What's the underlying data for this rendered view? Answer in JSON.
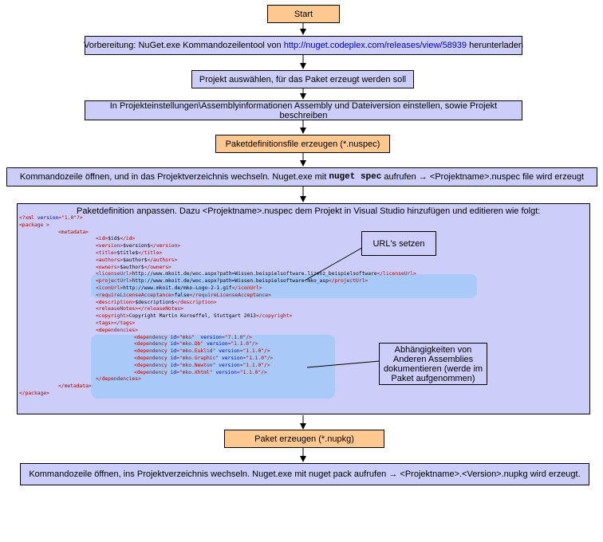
{
  "flow": {
    "start": "Start",
    "prep": {
      "before": "Vorbereitung: NuGet.exe Kommandozeilentool von ",
      "link": "http://nuget.codeplex.com/releases/view/58939",
      "after": " herunterladen"
    },
    "select_project": "Projekt auswählen, für das Paket erzeugt werden soll",
    "assembly_info": "In Projekteinstellungen\\Assemblyinformationen Assembly und Dateiversion einstellen, sowie Projekt beschreiben",
    "create_nuspec": "Paketdefinitionsfile erzeugen (*.nuspec)",
    "spec_cmd": {
      "before": "Kommandozeile öffnen, und in das Projektverzeichnis wechseln. Nuget.exe mit ",
      "code": "nuget spec",
      "after": " aufrufen → <Projektname>.nuspec file wird erzeugt"
    },
    "adapt_heading": "Paketdefinition anpassen. Dazu <Projektname>.nuspec dem Projekt in Visual Studio hinzufügen und editieren wie folgt:",
    "create_package": "Paket erzeugen (*.nupkg)",
    "pack_cmd": "Kommandozeile öffnen, ins Projektverzeichnis wechseln. Nuget.exe mit nuget pack aufrufen → <Projektname>.<Version>.nupkg wird erzeugt."
  },
  "callouts": {
    "urls": "URL's setzen",
    "dependencies": "Abhängigkeiten von Anderen Assemblies dokumentieren (werde im Paket aufgenommen)"
  },
  "xml_lines": [
    {
      "indent": 0,
      "parts": [
        [
          "t",
          "<?xml "
        ],
        [
          "a",
          "version"
        ],
        [
          "t",
          "=\"1.0\"?>"
        ]
      ]
    },
    {
      "indent": 0,
      "parts": [
        [
          "t",
          "<package >"
        ]
      ]
    },
    {
      "indent": 49,
      "parts": [
        [
          "t",
          "<metadata>"
        ]
      ]
    },
    {
      "indent": 96,
      "parts": [
        [
          "t",
          "<id>"
        ],
        [
          "x",
          "$id$"
        ],
        [
          "t",
          "</id>"
        ]
      ]
    },
    {
      "indent": 96,
      "parts": [
        [
          "t",
          "<version>"
        ],
        [
          "x",
          "$version$"
        ],
        [
          "t",
          "</version>"
        ]
      ]
    },
    {
      "indent": 96,
      "parts": [
        [
          "t",
          "<title>"
        ],
        [
          "x",
          "$title$"
        ],
        [
          "t",
          "</title>"
        ]
      ]
    },
    {
      "indent": 96,
      "parts": [
        [
          "t",
          "<authors>"
        ],
        [
          "x",
          "$author$"
        ],
        [
          "t",
          "</authors>"
        ]
      ]
    },
    {
      "indent": 96,
      "parts": [
        [
          "t",
          "<owners>"
        ],
        [
          "x",
          "$author$"
        ],
        [
          "t",
          "</owners>"
        ]
      ]
    },
    {
      "indent": 96,
      "parts": [
        [
          "t",
          "<licenseUrl>"
        ],
        [
          "x",
          "http://www.mkoit.de/woc.aspx?path=Wissen.beispielsoftware.lizenz_beispielsoftware"
        ],
        [
          "t",
          "</licenseUrl>"
        ]
      ]
    },
    {
      "indent": 96,
      "parts": [
        [
          "t",
          "<projectUrl>"
        ],
        [
          "x",
          "http://www.mkoit.de/woc.aspx?path=Wissen.beispielsoftware.mko_asp"
        ],
        [
          "t",
          "</projectUrl>"
        ]
      ]
    },
    {
      "indent": 96,
      "parts": [
        [
          "t",
          "<iconUrl>"
        ],
        [
          "x",
          "http://www.mkoit.de/mko-Logo-2-1.gif"
        ],
        [
          "t",
          "</iconUrl>"
        ]
      ]
    },
    {
      "indent": 96,
      "parts": [
        [
          "t",
          "<requireLicenseAcceptance>"
        ],
        [
          "x",
          "false"
        ],
        [
          "t",
          "</requireLicenseAcceptance>"
        ]
      ]
    },
    {
      "indent": 96,
      "parts": [
        [
          "t",
          "<description>"
        ],
        [
          "x",
          "$description$"
        ],
        [
          "t",
          "</description>"
        ]
      ]
    },
    {
      "indent": 96,
      "parts": [
        [
          "t",
          "<releaseNotes>"
        ],
        [
          "t",
          "</releaseNotes>"
        ]
      ]
    },
    {
      "indent": 96,
      "parts": [
        [
          "t",
          "<copyright>"
        ],
        [
          "x",
          "Copyright Martin Korneffel, Stuttgart 2013"
        ],
        [
          "t",
          "</copyright>"
        ]
      ]
    },
    {
      "indent": 96,
      "parts": [
        [
          "t",
          "<tags>"
        ],
        [
          "t",
          "</tags>"
        ]
      ]
    },
    {
      "indent": 96,
      "parts": [
        [
          "t",
          "<dependencies>"
        ]
      ]
    },
    {
      "indent": 144,
      "parts": [
        [
          "t",
          "<dependency "
        ],
        [
          "a",
          "id"
        ],
        [
          "t",
          "=\"mko\" "
        ],
        [
          "a",
          " version"
        ],
        [
          "t",
          "=\"7.1.0\"/>"
        ]
      ]
    },
    {
      "indent": 144,
      "parts": [
        [
          "t",
          "<dependency "
        ],
        [
          "a",
          "id"
        ],
        [
          "t",
          "=\"mko.Db\" "
        ],
        [
          "a",
          "version"
        ],
        [
          "t",
          "=\"1.1.0\"/>"
        ]
      ]
    },
    {
      "indent": 144,
      "parts": [
        [
          "t",
          "<dependency "
        ],
        [
          "a",
          "id"
        ],
        [
          "t",
          "=\"mko.Euklid\" "
        ],
        [
          "a",
          "version"
        ],
        [
          "t",
          "=\"1.1.0\"/>"
        ]
      ]
    },
    {
      "indent": 144,
      "parts": [
        [
          "t",
          "<dependency "
        ],
        [
          "a",
          "id"
        ],
        [
          "t",
          "=\"mko.Graphic\" "
        ],
        [
          "a",
          "version"
        ],
        [
          "t",
          "=\"1.1.0\"/>"
        ]
      ]
    },
    {
      "indent": 144,
      "parts": [
        [
          "t",
          "<dependency "
        ],
        [
          "a",
          "id"
        ],
        [
          "t",
          "=\"mko.Newton\" "
        ],
        [
          "a",
          "version"
        ],
        [
          "t",
          "=\"1.1.0\"/>"
        ]
      ]
    },
    {
      "indent": 144,
      "parts": [
        [
          "t",
          "<dependency "
        ],
        [
          "a",
          "id"
        ],
        [
          "t",
          "=\"mko.Xhtml\" "
        ],
        [
          "a",
          "version"
        ],
        [
          "t",
          "=\"1.1.0\"/>"
        ]
      ]
    },
    {
      "indent": 96,
      "parts": [
        [
          "t",
          "</dependencies>"
        ]
      ]
    },
    {
      "indent": 49,
      "parts": [
        [
          "t",
          "</metadata>"
        ]
      ]
    },
    {
      "indent": 0,
      "parts": [
        [
          "t",
          "</package>"
        ]
      ]
    }
  ],
  "colors": {
    "terminal_fill": "#ffc891",
    "process_fill": "#cccdf8",
    "highlight": "#a9c9f8",
    "xml_tag": "#b00000",
    "xml_attribute": "#0000c8"
  }
}
